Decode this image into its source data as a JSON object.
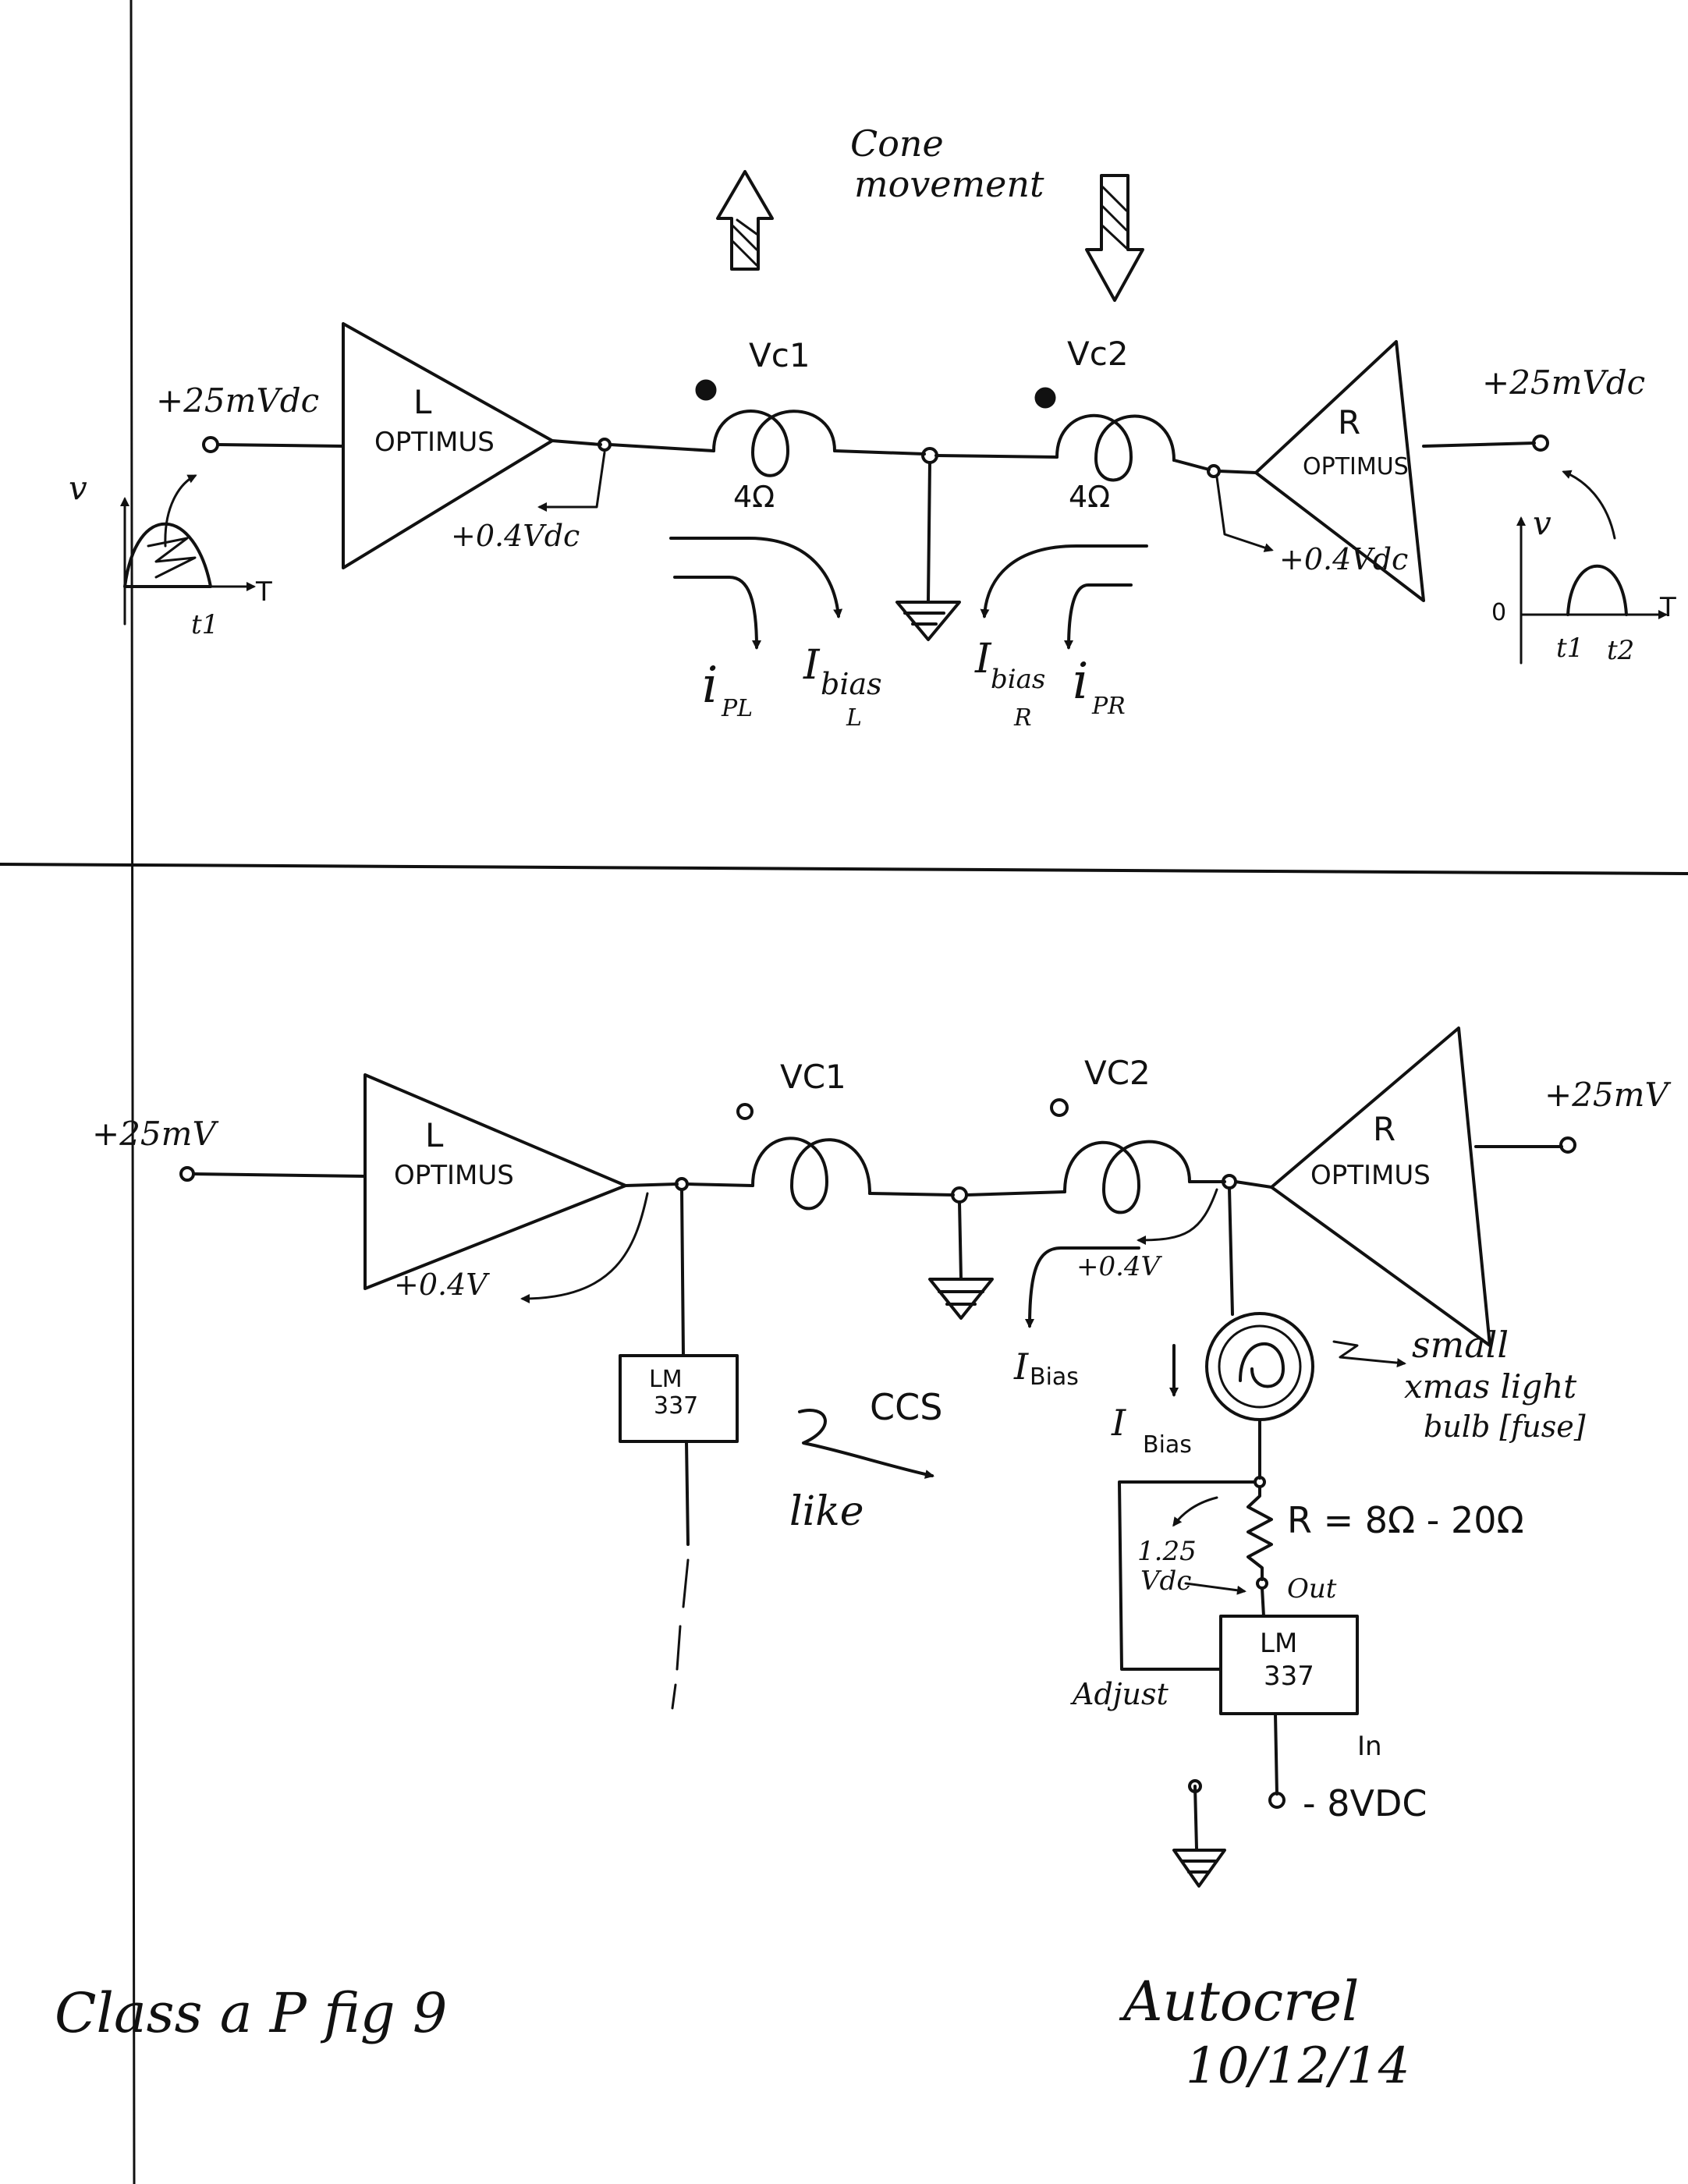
{
  "top": {
    "title_line1": "Cone",
    "title_line2": "movement",
    "left_input": "+25mVdc",
    "right_input": "+25mVdc",
    "amp_left_letter": "L",
    "amp_left_name": "OPTIMUS",
    "amp_right_letter": "R",
    "amp_right_name": "OPTIMUS",
    "left_out_v": "+0.4Vdc",
    "right_out_v": "+0.4Vdc",
    "vc1": "Vc1",
    "vc2": "Vc2",
    "imp1": "4Ω",
    "imp2": "4Ω",
    "ipl_main": "i",
    "ipl_sub": "PL",
    "ibias_l_main": "I",
    "ibias_l_sub": "bias",
    "ibias_l_tag": "L",
    "ibias_r_main": "I",
    "ibias_r_sub": "bias",
    "ibias_r_tag": "R",
    "ipr_main": "i",
    "ipr_sub": "PR",
    "graph_left_v": "v",
    "graph_left_t": "T",
    "graph_left_t1": "t1",
    "graph_right_v": "v",
    "graph_right_t": "T",
    "graph_right_zero": "0",
    "graph_right_t1": "t1",
    "graph_right_t2": "t2"
  },
  "bottom": {
    "left_input": "+25mV",
    "right_input": "+25mV",
    "amp_left_letter": "L",
    "amp_left_name": "OPTIMUS",
    "amp_right_letter": "R",
    "amp_right_name": "OPTIMUS",
    "left_out_v": "+0.4V",
    "right_out_v": "+0.4V",
    "vc1": "VC1",
    "vc2": "VC2",
    "lm_left_1": "LM",
    "lm_left_2": "337",
    "ccs": "CCS",
    "like": "like",
    "ibias1_main": "I",
    "ibias1_sub": "Bias",
    "ibias2_main": "I",
    "ibias2_sub": "Bias",
    "bulb_note_1": "small",
    "bulb_note_2": "xmas light",
    "bulb_note_3": "bulb [fuse]",
    "resistor": "R = 8Ω - 20Ω",
    "vdc_1": "1.25",
    "vdc_2": "Vdc",
    "out": "Out",
    "lm_right_1": "LM",
    "lm_right_2": "337",
    "adjust": "Adjust",
    "in": "In",
    "supply": "- 8VDC"
  },
  "footer": {
    "caption": "Class a P fig 9",
    "signature": "Autocrel",
    "date": "10/12/14"
  }
}
